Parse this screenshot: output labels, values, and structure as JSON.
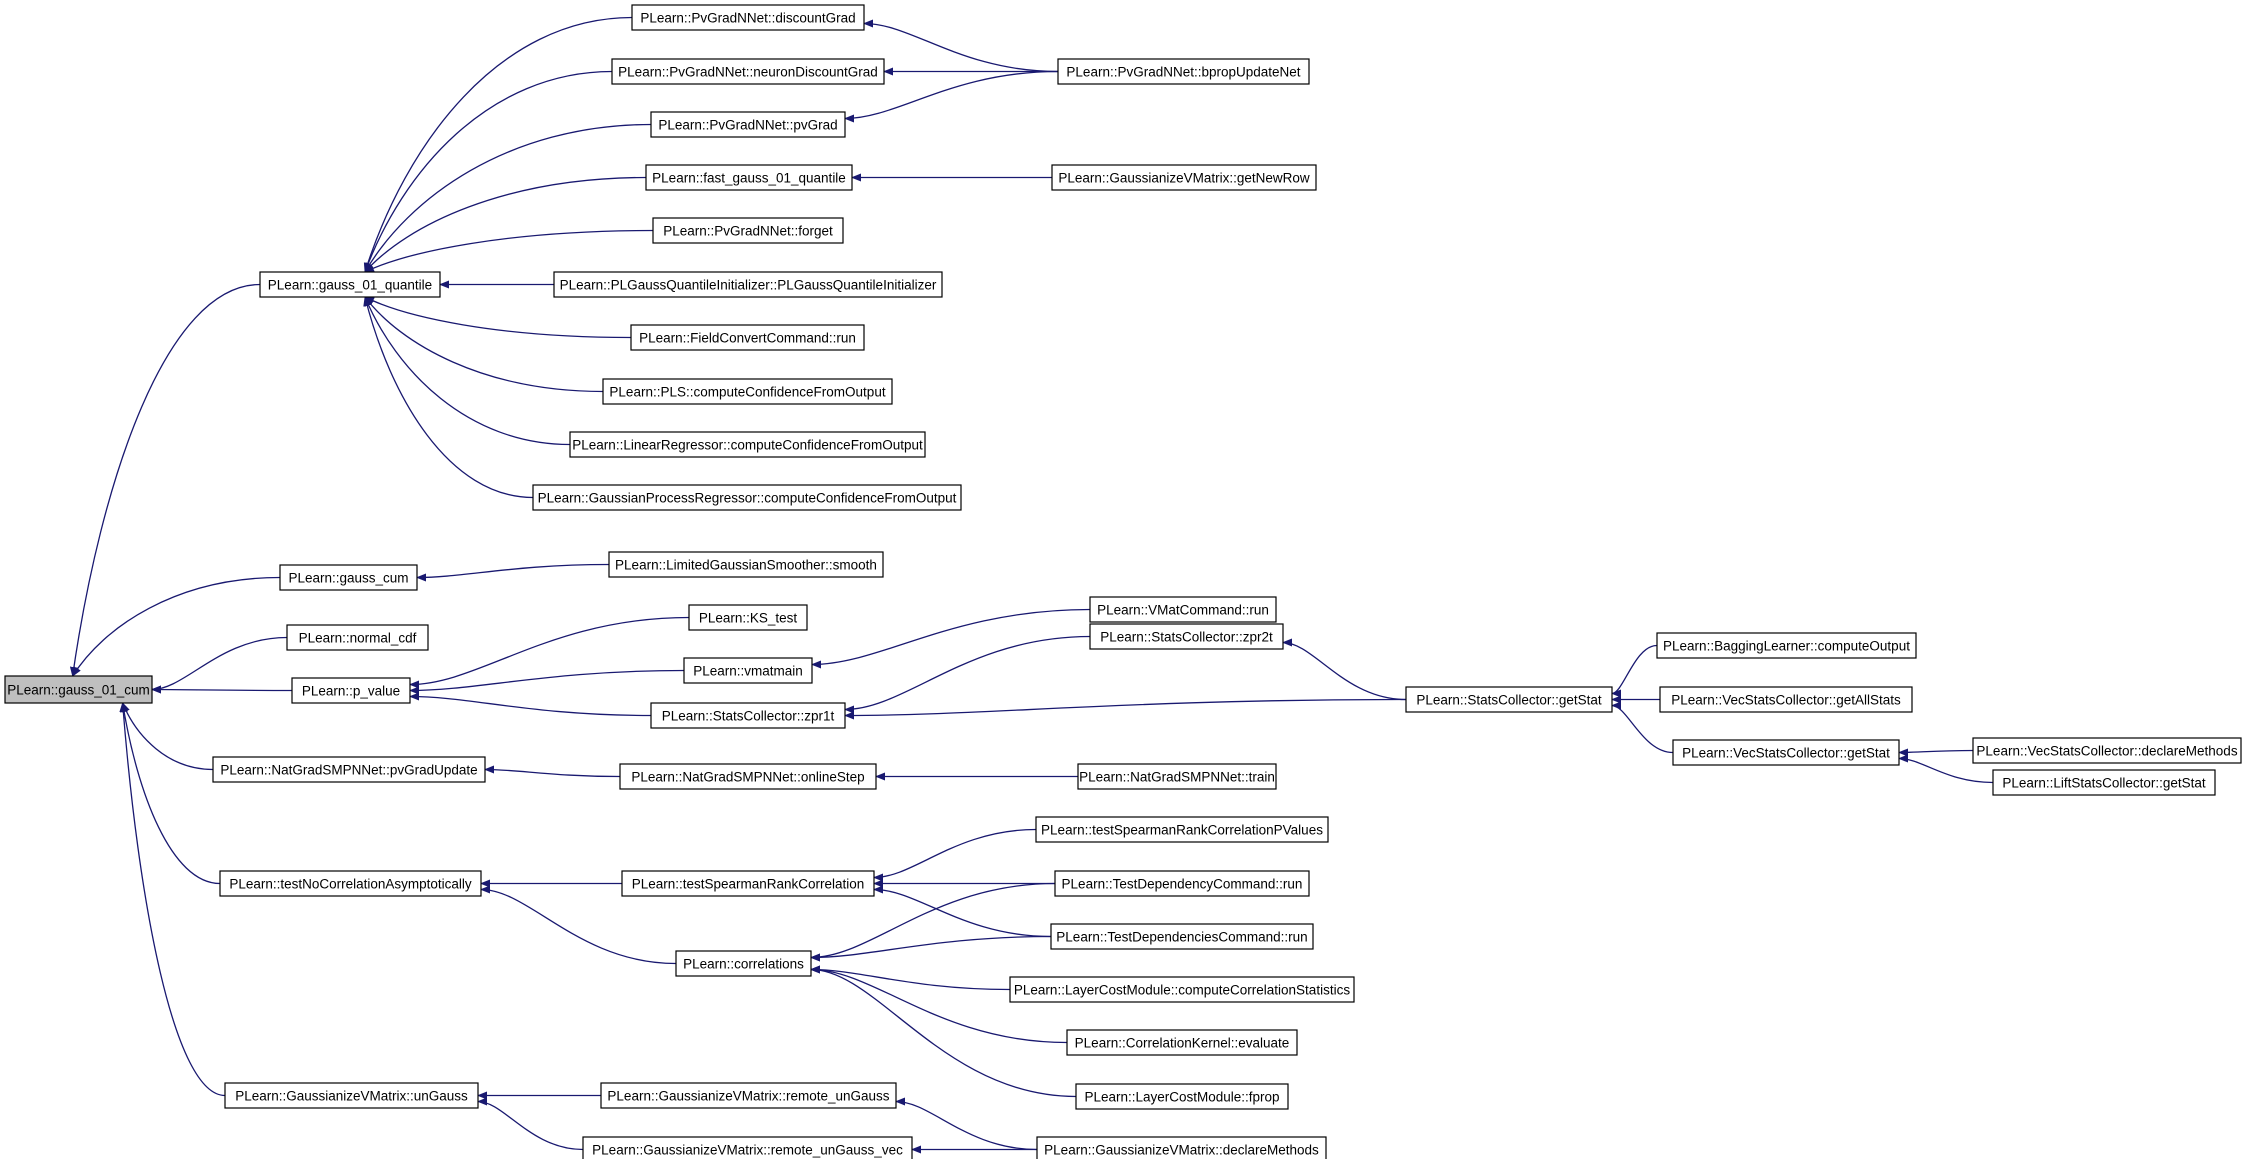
{
  "nodes": [
    {
      "id": "n0",
      "label": "PLearn::gauss_01_cum",
      "highlight": true
    },
    {
      "id": "n1",
      "label": "PLearn::gauss_01_quantile"
    },
    {
      "id": "n2",
      "label": "PLearn::gauss_cum"
    },
    {
      "id": "n3",
      "label": "PLearn::normal_cdf"
    },
    {
      "id": "n4",
      "label": "PLearn::p_value"
    },
    {
      "id": "n5",
      "label": "PLearn::NatGradSMPNNet::pvGradUpdate"
    },
    {
      "id": "n6",
      "label": "PLearn::testNoCorrelationAsymptotically"
    },
    {
      "id": "n7",
      "label": "PLearn::GaussianizeVMatrix::unGauss"
    },
    {
      "id": "n8",
      "label": "PLearn::PvGradNNet::discountGrad"
    },
    {
      "id": "n9",
      "label": "PLearn::PvGradNNet::neuronDiscountGrad"
    },
    {
      "id": "n10",
      "label": "PLearn::PvGradNNet::pvGrad"
    },
    {
      "id": "n11",
      "label": "PLearn::fast_gauss_01_quantile"
    },
    {
      "id": "n12",
      "label": "PLearn::PvGradNNet::forget"
    },
    {
      "id": "n13",
      "label": "PLearn::PLGaussQuantileInitializer::PLGaussQuantileInitializer"
    },
    {
      "id": "n14",
      "label": "PLearn::FieldConvertCommand::run"
    },
    {
      "id": "n15",
      "label": "PLearn::PLS::computeConfidenceFromOutput"
    },
    {
      "id": "n16",
      "label": "PLearn::LinearRegressor::computeConfidenceFromOutput"
    },
    {
      "id": "n17",
      "label": "PLearn::GaussianProcessRegressor::computeConfidenceFromOutput"
    },
    {
      "id": "n18",
      "label": "PLearn::PvGradNNet::bpropUpdateNet"
    },
    {
      "id": "n19",
      "label": "PLearn::GaussianizeVMatrix::getNewRow"
    },
    {
      "id": "n20",
      "label": "PLearn::LimitedGaussianSmoother::smooth"
    },
    {
      "id": "n21",
      "label": "PLearn::KS_test"
    },
    {
      "id": "n22",
      "label": "PLearn::vmatmain"
    },
    {
      "id": "n23",
      "label": "PLearn::StatsCollector::zpr1t"
    },
    {
      "id": "n24",
      "label": "PLearn::VMatCommand::run"
    },
    {
      "id": "n25",
      "label": "PLearn::StatsCollector::zpr2t"
    },
    {
      "id": "n26",
      "label": "PLearn::StatsCollector::getStat"
    },
    {
      "id": "n27",
      "label": "PLearn::BaggingLearner::computeOutput"
    },
    {
      "id": "n28",
      "label": "PLearn::VecStatsCollector::getAllStats"
    },
    {
      "id": "n29",
      "label": "PLearn::VecStatsCollector::getStat"
    },
    {
      "id": "n30",
      "label": "PLearn::VecStatsCollector::declareMethods"
    },
    {
      "id": "n31",
      "label": "PLearn::LiftStatsCollector::getStat"
    },
    {
      "id": "n32",
      "label": "PLearn::NatGradSMPNNet::onlineStep"
    },
    {
      "id": "n33",
      "label": "PLearn::NatGradSMPNNet::train"
    },
    {
      "id": "n34",
      "label": "PLearn::testSpearmanRankCorrelation"
    },
    {
      "id": "n35",
      "label": "PLearn::testSpearmanRankCorrelationPValues"
    },
    {
      "id": "n36",
      "label": "PLearn::TestDependencyCommand::run"
    },
    {
      "id": "n37",
      "label": "PLearn::TestDependenciesCommand::run"
    },
    {
      "id": "n38",
      "label": "PLearn::correlations"
    },
    {
      "id": "n39",
      "label": "PLearn::LayerCostModule::computeCorrelationStatistics"
    },
    {
      "id": "n40",
      "label": "PLearn::CorrelationKernel::evaluate"
    },
    {
      "id": "n41",
      "label": "PLearn::LayerCostModule::fprop"
    },
    {
      "id": "n42",
      "label": "PLearn::GaussianizeVMatrix::remote_unGauss"
    },
    {
      "id": "n43",
      "label": "PLearn::GaussianizeVMatrix::remote_unGauss_vec"
    },
    {
      "id": "n44",
      "label": "PLearn::GaussianizeVMatrix::declareMethods"
    }
  ],
  "edges": [
    [
      "n1",
      "n0"
    ],
    [
      "n2",
      "n0"
    ],
    [
      "n3",
      "n0"
    ],
    [
      "n4",
      "n0"
    ],
    [
      "n5",
      "n0"
    ],
    [
      "n6",
      "n0"
    ],
    [
      "n7",
      "n0"
    ],
    [
      "n8",
      "n1"
    ],
    [
      "n9",
      "n1"
    ],
    [
      "n10",
      "n1"
    ],
    [
      "n11",
      "n1"
    ],
    [
      "n12",
      "n1"
    ],
    [
      "n13",
      "n1"
    ],
    [
      "n14",
      "n1"
    ],
    [
      "n15",
      "n1"
    ],
    [
      "n16",
      "n1"
    ],
    [
      "n17",
      "n1"
    ],
    [
      "n18",
      "n8"
    ],
    [
      "n18",
      "n9"
    ],
    [
      "n18",
      "n10"
    ],
    [
      "n19",
      "n11"
    ],
    [
      "n20",
      "n2"
    ],
    [
      "n21",
      "n4"
    ],
    [
      "n22",
      "n4"
    ],
    [
      "n23",
      "n4"
    ],
    [
      "n24",
      "n22"
    ],
    [
      "n25",
      "n23"
    ],
    [
      "n26",
      "n23"
    ],
    [
      "n26",
      "n25"
    ],
    [
      "n27",
      "n26"
    ],
    [
      "n28",
      "n26"
    ],
    [
      "n29",
      "n26"
    ],
    [
      "n30",
      "n29"
    ],
    [
      "n31",
      "n29"
    ],
    [
      "n32",
      "n5"
    ],
    [
      "n33",
      "n32"
    ],
    [
      "n34",
      "n6"
    ],
    [
      "n38",
      "n6"
    ],
    [
      "n35",
      "n34"
    ],
    [
      "n36",
      "n34"
    ],
    [
      "n37",
      "n34"
    ],
    [
      "n36",
      "n38"
    ],
    [
      "n37",
      "n38"
    ],
    [
      "n39",
      "n38"
    ],
    [
      "n40",
      "n38"
    ],
    [
      "n41",
      "n38"
    ],
    [
      "n42",
      "n7"
    ],
    [
      "n43",
      "n7"
    ],
    [
      "n44",
      "n42"
    ],
    [
      "n44",
      "n43"
    ]
  ],
  "colors": {
    "edge": "#191970",
    "node_border": "#000000",
    "node_fill": "#ffffff",
    "highlight_fill": "#bfbfbf",
    "text": "#000000"
  }
}
